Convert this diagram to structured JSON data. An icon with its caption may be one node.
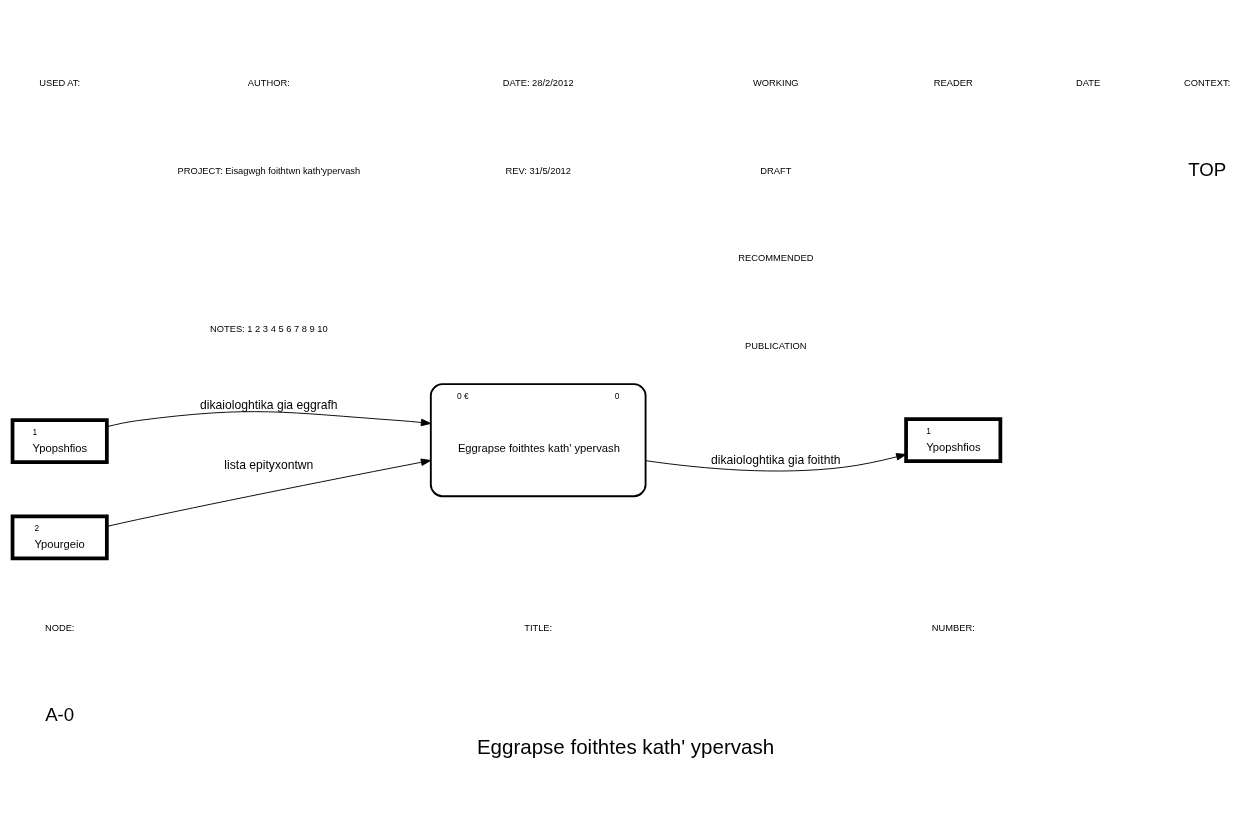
{
  "diagram": {
    "title": "Eggrapse foithtes kath' ypervash",
    "nodes": [
      {
        "text": [
          "1",
          "Ypopshfios"
        ]
      },
      {
        "text": [
          "2",
          "Ypourgeio"
        ]
      },
      {
        "text": [
          "0 €",
          "0",
          "Eggrapse foithtes kath' ypervash"
        ]
      },
      {
        "text": [
          "1",
          "Ypopshfios"
        ]
      }
    ],
    "edges": [
      {
        "from": 0,
        "to": 2,
        "arrow": "to",
        "label": "dikaiologhtika gia eggrafh"
      },
      {
        "from": 1,
        "to": 2,
        "arrow": "to",
        "label": "lista epityxontwn"
      },
      {
        "from": 2,
        "to": 3,
        "arrow": "to",
        "label": "dikaiologhtika gia foithth"
      }
    ],
    "labels": [
      "USED AT:",
      "AUTHOR:",
      "DATE: 28/2/2012",
      "WORKING",
      "READER",
      "DATE",
      "CONTEXT:",
      "PROJECT: Eisagwgh foithtwn kath'ypervash",
      "REV: 31/5/2012",
      "DRAFT",
      "TOP",
      "RECOMMENDED",
      "NOTES: 1 2 3 4 5 6 7 8 9 10",
      "PUBLICATION",
      "NODE:",
      "TITLE:",
      "NUMBER:",
      "A-0"
    ]
  }
}
